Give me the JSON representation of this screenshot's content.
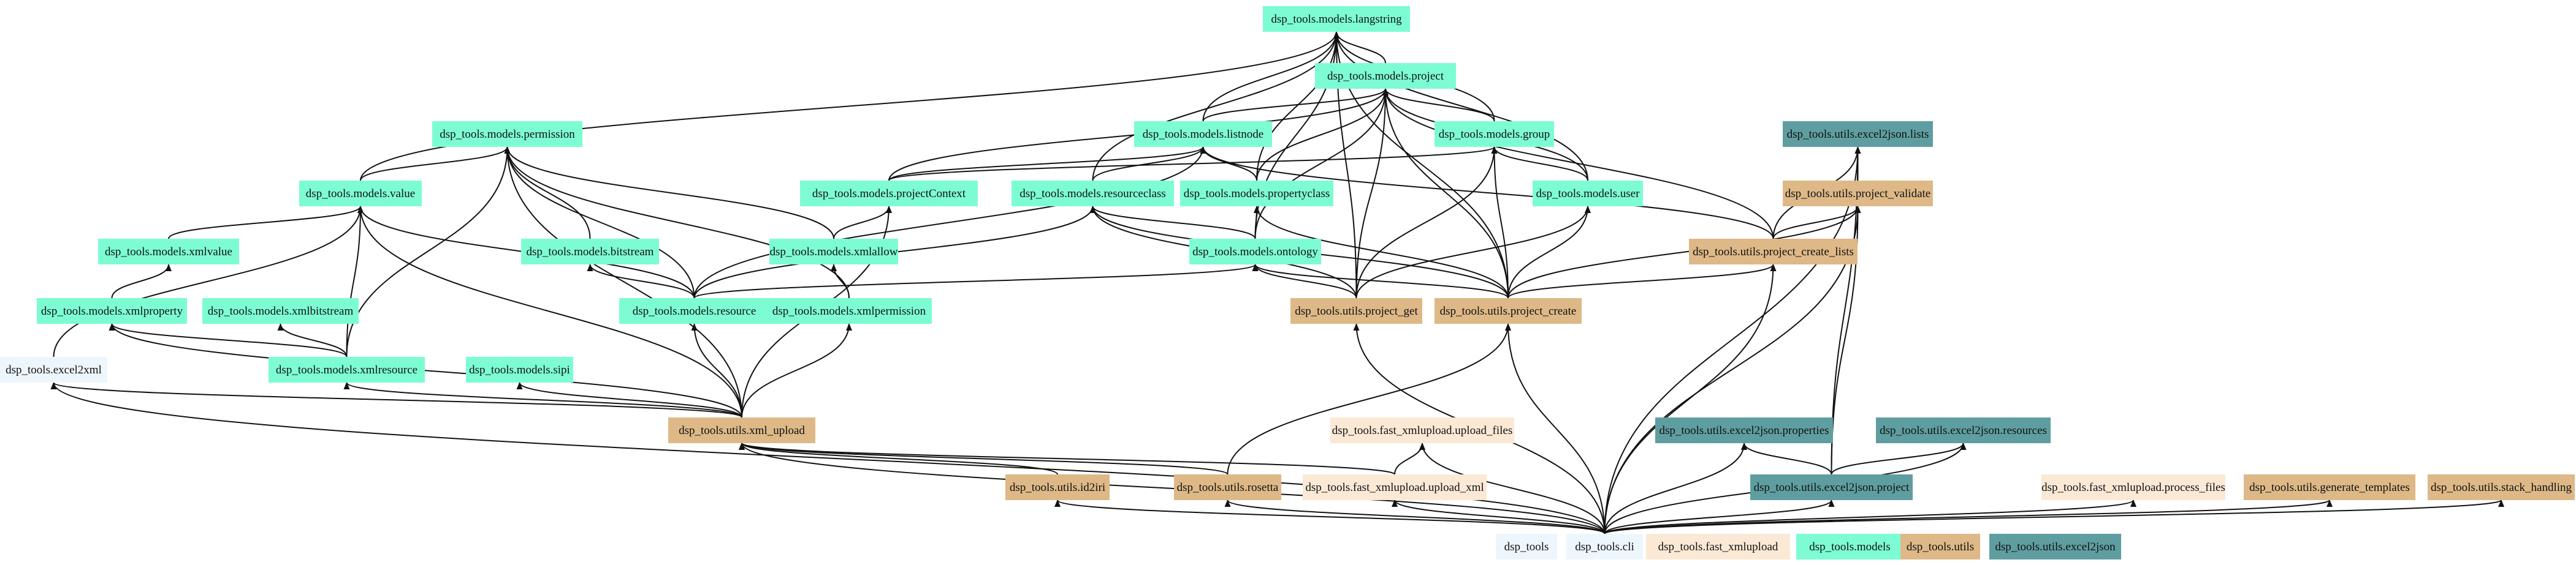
{
  "colors": {
    "dsp_tools": "#eef6fd",
    "cli": "#eef6fd",
    "fast_xmlupload": "#fbe9d5",
    "models": "#7dfcd4",
    "utils": "#deb887",
    "excel2json": "#5f9ea0",
    "edge": "#111111"
  },
  "nodes": [
    {
      "id": "langstring",
      "label": "dsp_tools.models.langstring",
      "group": "models"
    },
    {
      "id": "project",
      "label": "dsp_tools.models.project",
      "group": "models"
    },
    {
      "id": "permission",
      "label": "dsp_tools.models.permission",
      "group": "models"
    },
    {
      "id": "listnode",
      "label": "dsp_tools.models.listnode",
      "group": "models"
    },
    {
      "id": "group",
      "label": "dsp_tools.models.group",
      "group": "models"
    },
    {
      "id": "value",
      "label": "dsp_tools.models.value",
      "group": "models"
    },
    {
      "id": "projectContext",
      "label": "dsp_tools.models.projectContext",
      "group": "models"
    },
    {
      "id": "resourceclass",
      "label": "dsp_tools.models.resourceclass",
      "group": "models"
    },
    {
      "id": "propertyclass",
      "label": "dsp_tools.models.propertyclass",
      "group": "models"
    },
    {
      "id": "user",
      "label": "dsp_tools.models.user",
      "group": "models"
    },
    {
      "id": "xmlvalue",
      "label": "dsp_tools.models.xmlvalue",
      "group": "models"
    },
    {
      "id": "bitstream",
      "label": "dsp_tools.models.bitstream",
      "group": "models"
    },
    {
      "id": "xmlallow",
      "label": "dsp_tools.models.xmlallow",
      "group": "models"
    },
    {
      "id": "ontology",
      "label": "dsp_tools.models.ontology",
      "group": "models"
    },
    {
      "id": "xmlproperty",
      "label": "dsp_tools.models.xmlproperty",
      "group": "models"
    },
    {
      "id": "xmlbitstream",
      "label": "dsp_tools.models.xmlbitstream",
      "group": "models"
    },
    {
      "id": "resource",
      "label": "dsp_tools.models.resource",
      "group": "models"
    },
    {
      "id": "xmlpermission",
      "label": "dsp_tools.models.xmlpermission",
      "group": "models"
    },
    {
      "id": "xmlresource",
      "label": "dsp_tools.models.xmlresource",
      "group": "models"
    },
    {
      "id": "sipi",
      "label": "dsp_tools.models.sipi",
      "group": "models"
    },
    {
      "id": "excel2xml",
      "label": "dsp_tools.excel2xml",
      "group": "dsp_tools"
    },
    {
      "id": "xml_upload",
      "label": "dsp_tools.utils.xml_upload",
      "group": "utils"
    },
    {
      "id": "project_get",
      "label": "dsp_tools.utils.project_get",
      "group": "utils"
    },
    {
      "id": "project_create",
      "label": "dsp_tools.utils.project_create",
      "group": "utils"
    },
    {
      "id": "project_create_lists",
      "label": "dsp_tools.utils.project_create_lists",
      "group": "utils"
    },
    {
      "id": "project_validate",
      "label": "dsp_tools.utils.project_validate",
      "group": "utils"
    },
    {
      "id": "lists",
      "label": "dsp_tools.utils.excel2json.lists",
      "group": "excel2json"
    },
    {
      "id": "upload_files",
      "label": "dsp_tools.fast_xmlupload.upload_files",
      "group": "fast_xmlupload"
    },
    {
      "id": "upload_xml",
      "label": "dsp_tools.fast_xmlupload.upload_xml",
      "group": "fast_xmlupload"
    },
    {
      "id": "id2iri",
      "label": "dsp_tools.utils.id2iri",
      "group": "utils"
    },
    {
      "id": "rosetta",
      "label": "dsp_tools.utils.rosetta",
      "group": "utils"
    },
    {
      "id": "e2j_properties",
      "label": "dsp_tools.utils.excel2json.properties",
      "group": "excel2json"
    },
    {
      "id": "e2j_resources",
      "label": "dsp_tools.utils.excel2json.resources",
      "group": "excel2json"
    },
    {
      "id": "e2j_project",
      "label": "dsp_tools.utils.excel2json.project",
      "group": "excel2json"
    },
    {
      "id": "process_files",
      "label": "dsp_tools.fast_xmlupload.process_files",
      "group": "fast_xmlupload"
    },
    {
      "id": "generate_templates",
      "label": "dsp_tools.utils.generate_templates",
      "group": "utils"
    },
    {
      "id": "stack_handling",
      "label": "dsp_tools.utils.stack_handling",
      "group": "utils"
    },
    {
      "id": "dsp_tools",
      "label": "dsp_tools",
      "group": "dsp_tools"
    },
    {
      "id": "cli",
      "label": "dsp_tools.cli",
      "group": "cli"
    },
    {
      "id": "fast_xmlupload",
      "label": "dsp_tools.fast_xmlupload",
      "group": "fast_xmlupload"
    },
    {
      "id": "models",
      "label": "dsp_tools.models",
      "group": "models"
    },
    {
      "id": "utils",
      "label": "dsp_tools.utils",
      "group": "utils"
    },
    {
      "id": "excel2json",
      "label": "dsp_tools.utils.excel2json",
      "group": "excel2json"
    }
  ],
  "edges": [
    [
      "project",
      "langstring"
    ],
    [
      "listnode",
      "langstring"
    ],
    [
      "listnode",
      "project"
    ],
    [
      "group",
      "langstring"
    ],
    [
      "group",
      "project"
    ],
    [
      "value",
      "langstring"
    ],
    [
      "value",
      "permission"
    ],
    [
      "projectContext",
      "project"
    ],
    [
      "projectContext",
      "listnode"
    ],
    [
      "projectContext",
      "group"
    ],
    [
      "resourceclass",
      "langstring"
    ],
    [
      "resourceclass",
      "listnode"
    ],
    [
      "propertyclass",
      "langstring"
    ],
    [
      "propertyclass",
      "project"
    ],
    [
      "propertyclass",
      "listnode"
    ],
    [
      "user",
      "langstring"
    ],
    [
      "user",
      "project"
    ],
    [
      "user",
      "group"
    ],
    [
      "xmlvalue",
      "value"
    ],
    [
      "bitstream",
      "permission"
    ],
    [
      "xmlallow",
      "permission"
    ],
    [
      "xmlallow",
      "projectContext"
    ],
    [
      "ontology",
      "langstring"
    ],
    [
      "ontology",
      "project"
    ],
    [
      "ontology",
      "resourceclass"
    ],
    [
      "ontology",
      "propertyclass"
    ],
    [
      "xmlproperty",
      "xmlvalue"
    ],
    [
      "resource",
      "value"
    ],
    [
      "resource",
      "permission"
    ],
    [
      "resource",
      "listnode"
    ],
    [
      "resource",
      "resourceclass"
    ],
    [
      "resource",
      "bitstream"
    ],
    [
      "resource",
      "ontology"
    ],
    [
      "xmlpermission",
      "permission"
    ],
    [
      "xmlpermission",
      "xmlallow"
    ],
    [
      "xmlresource",
      "value"
    ],
    [
      "xmlresource",
      "permission"
    ],
    [
      "xmlresource",
      "xmlproperty"
    ],
    [
      "xmlresource",
      "xmlbitstream"
    ],
    [
      "excel2xml",
      "value"
    ],
    [
      "xml_upload",
      "excel2xml"
    ],
    [
      "xml_upload",
      "xmlproperty"
    ],
    [
      "xml_upload",
      "xmlresource"
    ],
    [
      "xml_upload",
      "sipi"
    ],
    [
      "xml_upload",
      "resource"
    ],
    [
      "xml_upload",
      "xmlpermission"
    ],
    [
      "xml_upload",
      "projectContext"
    ],
    [
      "xml_upload",
      "value"
    ],
    [
      "xml_upload",
      "permission"
    ],
    [
      "project_get",
      "project"
    ],
    [
      "project_get",
      "ontology"
    ],
    [
      "project_get",
      "group"
    ],
    [
      "project_get",
      "user"
    ],
    [
      "project_get",
      "langstring"
    ],
    [
      "project_get",
      "resourceclass"
    ],
    [
      "project_create",
      "ontology"
    ],
    [
      "project_create",
      "project"
    ],
    [
      "project_create",
      "user"
    ],
    [
      "project_create",
      "group"
    ],
    [
      "project_create",
      "langstring"
    ],
    [
      "project_create",
      "propertyclass"
    ],
    [
      "project_create",
      "resourceclass"
    ],
    [
      "project_create",
      "project_create_lists"
    ],
    [
      "project_create",
      "project_validate"
    ],
    [
      "project_create_lists",
      "listnode"
    ],
    [
      "project_create_lists",
      "lists"
    ],
    [
      "project_create_lists",
      "project"
    ],
    [
      "project_create_lists",
      "project_validate"
    ],
    [
      "project_validate",
      "lists"
    ],
    [
      "e2j_project",
      "lists"
    ],
    [
      "e2j_project",
      "e2j_properties"
    ],
    [
      "e2j_project",
      "e2j_resources"
    ],
    [
      "e2j_project",
      "project_validate"
    ],
    [
      "upload_xml",
      "upload_files"
    ],
    [
      "upload_xml",
      "xml_upload"
    ],
    [
      "id2iri",
      "xml_upload"
    ],
    [
      "rosetta",
      "xml_upload"
    ],
    [
      "rosetta",
      "project_create"
    ],
    [
      "cli",
      "xml_upload"
    ],
    [
      "cli",
      "excel2xml"
    ],
    [
      "cli",
      "id2iri"
    ],
    [
      "cli",
      "rosetta"
    ],
    [
      "cli",
      "upload_xml"
    ],
    [
      "cli",
      "upload_files"
    ],
    [
      "cli",
      "project_get"
    ],
    [
      "cli",
      "project_create"
    ],
    [
      "cli",
      "project_create_lists"
    ],
    [
      "cli",
      "project_validate"
    ],
    [
      "cli",
      "lists"
    ],
    [
      "cli",
      "e2j_properties"
    ],
    [
      "cli",
      "e2j_resources"
    ],
    [
      "cli",
      "e2j_project"
    ],
    [
      "cli",
      "process_files"
    ],
    [
      "cli",
      "generate_templates"
    ],
    [
      "cli",
      "stack_handling"
    ]
  ]
}
